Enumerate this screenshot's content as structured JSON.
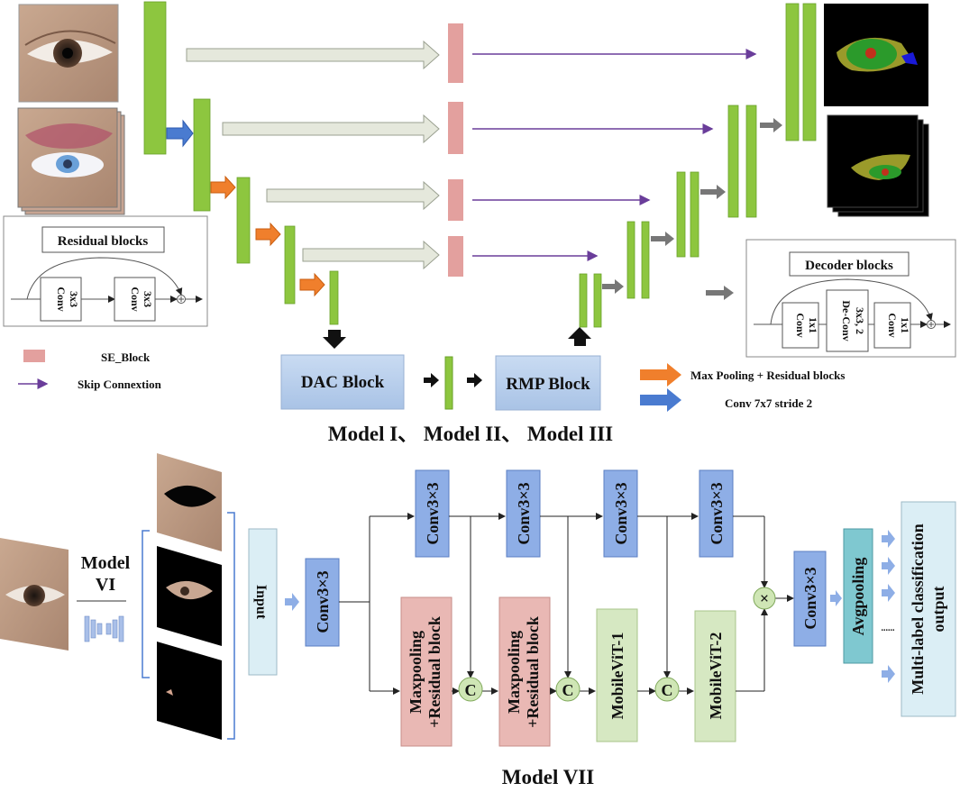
{
  "top_model": {
    "title": "Model I、 Model II、 Model III",
    "dac_label": "DAC  Block",
    "rmp_label": "RMP Block",
    "residual_title": "Residual blocks",
    "residual_conv_1": [
      "Conv",
      "3x3"
    ],
    "residual_conv_2": [
      "Conv",
      "3x3"
    ],
    "decoder_title": "Decoder blocks",
    "decoder_conv_1": [
      "Conv",
      "1x1"
    ],
    "decoder_deconv": [
      "De-Conv",
      "3x3, 2"
    ],
    "decoder_conv_2": [
      "Conv",
      "1x1"
    ],
    "legend": {
      "se_block": "SE_Block",
      "skip_connection": "Skip Connextion",
      "max_pooling": "Max Pooling + Residual blocks",
      "conv_stride": "Conv 7x7 stride 2"
    }
  },
  "bottom_model": {
    "title": "Model VII",
    "model_vi_label": [
      "Model",
      "VI"
    ],
    "input_label": "Input",
    "conv_stem": "Conv3×3",
    "top_convs": [
      "Conv3×3",
      "Conv3×3",
      "Conv3×3",
      "Conv3×3"
    ],
    "residual_blocks": [
      [
        "Maxpooling",
        "+Residual block"
      ],
      [
        "Maxpooling",
        "+Residual block"
      ]
    ],
    "mobilevit": [
      "MobileViT-1",
      "MobileViT-2"
    ],
    "concat_symbol": "C",
    "multiply_symbol": "×",
    "conv_post": "Conv3×3",
    "avgpool": "Avgpooling",
    "ellipsis": "......",
    "output_label": [
      "Multi-label classification",
      "output"
    ]
  },
  "colors": {
    "encoder_green": "#8dc63f",
    "se_pink": "#e3a09e",
    "skip_purple": "#6a3d9a",
    "orange_arrow": "#f07f2c",
    "blue_arrow": "#4a7bd0",
    "grey_arrow": "#777777",
    "light_blue_block": "#bcd3ee",
    "conv_blue": "#8eaee6",
    "residual_pink": "#e9b8b4",
    "mobilevit_green": "#d6e8c2",
    "input_blue": "#dbeef5",
    "avgpool_teal": "#7fc8d0"
  }
}
